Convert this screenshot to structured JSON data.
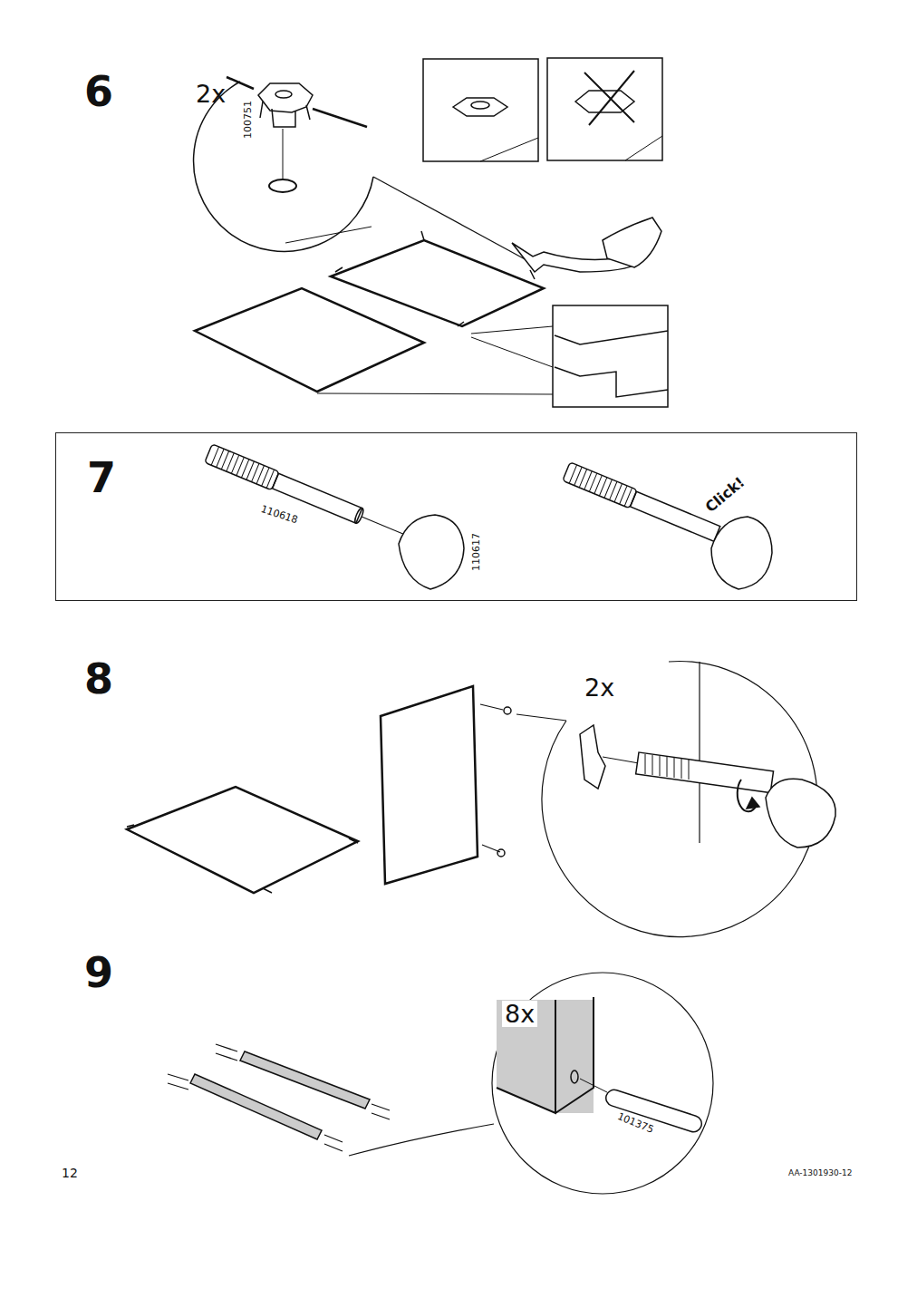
{
  "diagram": {
    "nodes": [
      {
        "text": [
          "7",
          "110618",
          "110617",
          "Click!"
        ]
      }
    ],
    "labels": [
      "6",
      "2x",
      "100751",
      "8",
      "2x",
      "9",
      "8x",
      "101375",
      "12",
      "AA-1301930-12"
    ]
  }
}
